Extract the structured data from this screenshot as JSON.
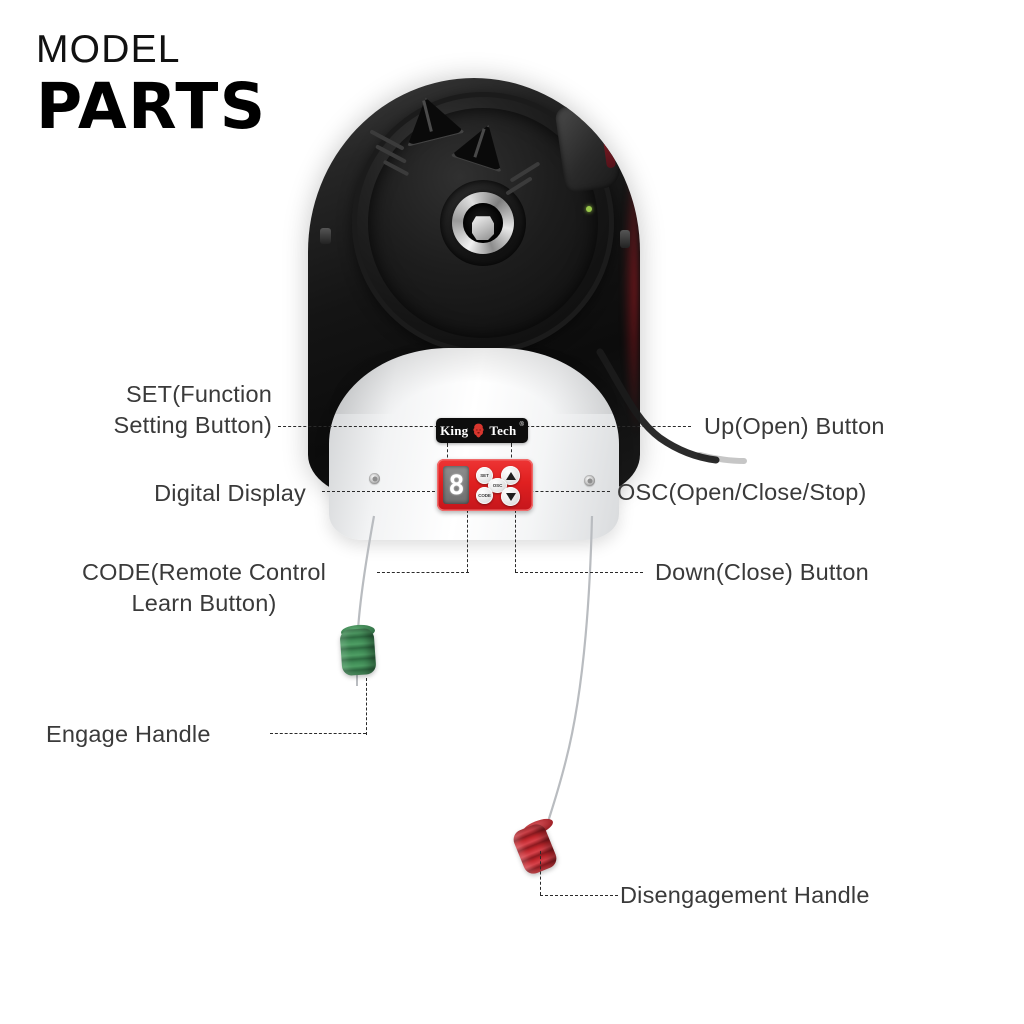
{
  "title": {
    "line1": "MODEL",
    "line2": "PARTS"
  },
  "brand": {
    "word1": "King",
    "word2": "Tech",
    "registered": "®",
    "mark_icon": "lion-head-icon"
  },
  "panel": {
    "display_value": "8",
    "buttons": {
      "set": "SET",
      "code": "CODE",
      "osc": "OSC",
      "up": "▲",
      "down": "▼"
    },
    "accent_color": "#e02020",
    "display_bg": "#7a7a7a"
  },
  "callouts": [
    {
      "id": "set-button",
      "line1": "SET(Function",
      "line2": "Setting Button)"
    },
    {
      "id": "digital-display",
      "line1": "Digital Display"
    },
    {
      "id": "code-button",
      "line1": "CODE(Remote Control",
      "line2": "Learn Button)"
    },
    {
      "id": "engage-handle",
      "line1": "Engage Handle"
    },
    {
      "id": "up-button",
      "line1": "Up(Open) Button"
    },
    {
      "id": "osc-button",
      "line1": "OSC(Open/Close/Stop)"
    },
    {
      "id": "down-button",
      "line1": "Down(Close) Button"
    },
    {
      "id": "disengagement-handle",
      "line1": "Disengagement Handle"
    }
  ],
  "colors": {
    "housing_black": "#141414",
    "housing_white": "#f2f3f4",
    "handle_green": "#3f8a55",
    "handle_red": "#c0262c",
    "leader_line": "#2a2a2a",
    "text": "#3a3a3a"
  }
}
